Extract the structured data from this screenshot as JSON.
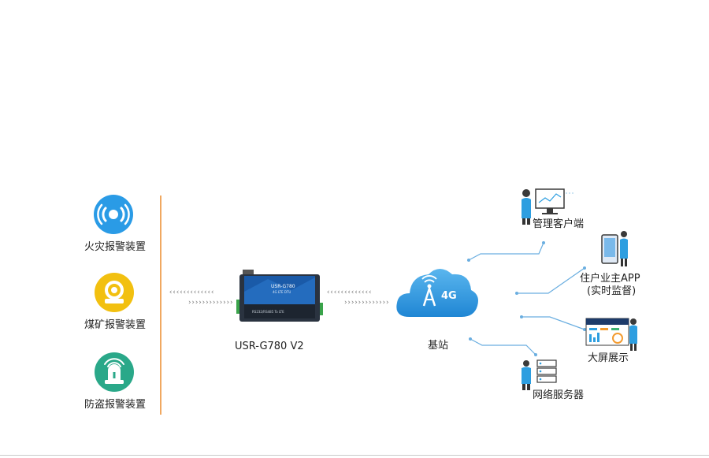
{
  "devices": [
    {
      "label": "火灾报警装置",
      "icon": "fire-alarm-icon",
      "color": "#2a9be6"
    },
    {
      "label": "煤矿报警装置",
      "icon": "mine-alarm-icon",
      "color": "#f2c010"
    },
    {
      "label": "防盗报警装置",
      "icon": "anti-theft-alarm-icon",
      "color": "#2aa889"
    }
  ],
  "gateway": {
    "label": "USR-G780 V2",
    "screen_title": "USR-G780",
    "screen_sub": "4G LTE DTU",
    "front_text": "RS232/RS485 To LTE"
  },
  "cloud": {
    "label": "基站",
    "badge": "4G"
  },
  "endpoints": [
    {
      "label": "管理客户端"
    },
    {
      "label": "住户业主APP",
      "sublabel": "(实时监督)"
    },
    {
      "label": "大屏展示"
    },
    {
      "label": "网络服务器"
    }
  ],
  "colors": {
    "accent": "#2d9ee0",
    "divider": "#f0a860",
    "connector": "#6aaee0"
  }
}
